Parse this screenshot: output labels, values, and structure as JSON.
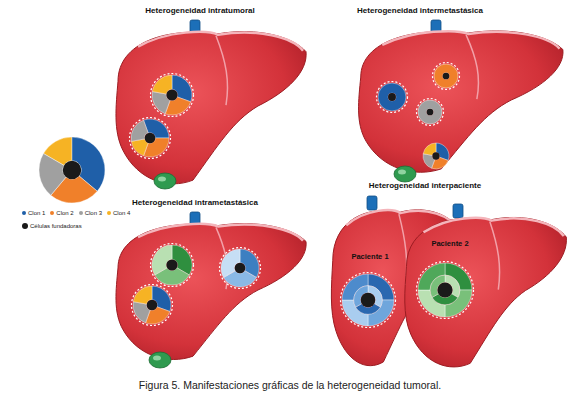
{
  "diagram": {
    "caption": "Figura 5. Manifestaciones gráficas de la heterogeneidad tumoral.",
    "nodes": [
      {
        "text": [
          "Paciente 1"
        ]
      },
      {
        "text": [
          "Paciente 2"
        ]
      }
    ],
    "labels": [
      "Heterogeneidad intratumoral",
      "Heterogeneidad intermetastásica",
      "Heterogeneidad intrametastásica",
      "Heterogeneidad interpaciente"
    ],
    "legend": [
      {
        "text": "Clon 1",
        "color": "#1f5fa8"
      },
      {
        "text": "Clon 2",
        "color": "#f0802a"
      },
      {
        "text": "Clon 3",
        "color": "#a0a0a0"
      },
      {
        "text": "Clon 4",
        "color": "#f6b324"
      },
      {
        "text": "Células fundadoras",
        "color": "#1a1a1a"
      }
    ]
  }
}
